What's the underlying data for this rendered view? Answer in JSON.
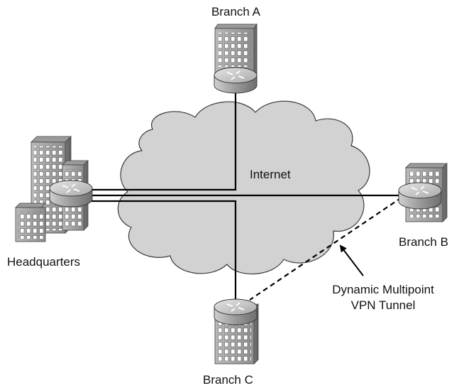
{
  "labels": {
    "branch_a": "Branch A",
    "branch_b": "Branch B",
    "branch_c": "Branch C",
    "headquarters": "Headquarters",
    "internet": "Internet",
    "callout_line1": "Dynamic Multipoint",
    "callout_line2": "VPN Tunnel"
  },
  "colors": {
    "cloud_fill": "#d2d2d2",
    "building_light": "#a9a9a9",
    "building_dark": "#767676",
    "router_fill": "#c4c4c4",
    "line": "#000000"
  },
  "icons": {
    "router": "router-icon",
    "building": "building-icon",
    "cloud": "internet-cloud"
  }
}
